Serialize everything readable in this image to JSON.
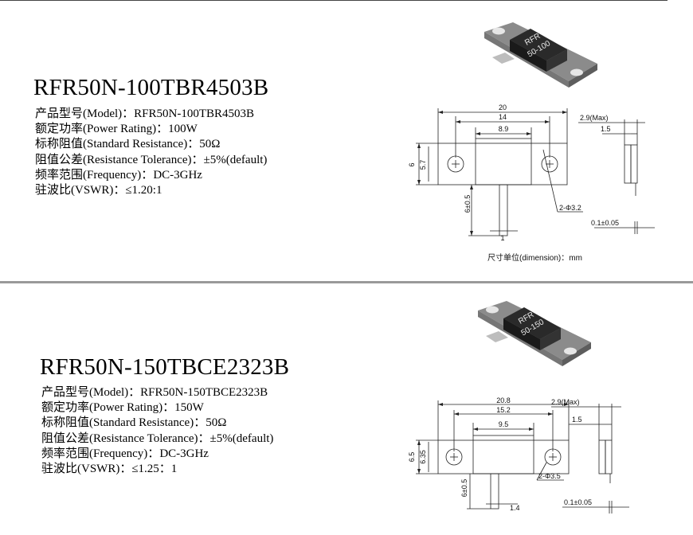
{
  "products": [
    {
      "model_title": "RFR50N-100TBR4503B",
      "specs": [
        {
          "label": "产品型号(Model)：",
          "value": "RFR50N-100TBR4503B"
        },
        {
          "label": "额定功率(Power Rating)：",
          "value": "100W"
        },
        {
          "label": "标称阻值(Standard Resistance)：",
          "value": "50Ω"
        },
        {
          "label": "阻值公差(Resistance Tolerance)：",
          "value": "±5%(default)"
        },
        {
          "label": "频率范围(Frequency)：",
          "value": "DC-3GHz"
        },
        {
          "label": "驻波比(VSWR)：",
          "value": "≤1.20:1"
        }
      ],
      "photo_label_line1": "RFR",
      "photo_label_line2": "50-100",
      "drawing": {
        "dim_total_length": "20",
        "dim_hole_spacing": "14",
        "dim_body_width": "8.9",
        "dim_height": "6",
        "dim_inner_height": "5.7",
        "dim_lead_length": "6±0.5",
        "dim_lead_width": "1",
        "dim_hole": "2-Φ3.2",
        "dim_max_thickness": "2.9(Max)",
        "dim_flange_thickness": "1.5",
        "dim_lead_thickness": "0.1±0.05",
        "unit_note": "尺寸单位(dimension)：mm"
      }
    },
    {
      "model_title": "RFR50N-150TBCE2323B",
      "specs": [
        {
          "label": "产品型号(Model)：",
          "value": "RFR50N-150TBCE2323B"
        },
        {
          "label": "额定功率(Power Rating)：",
          "value": "150W"
        },
        {
          "label": "标称阻值(Standard Resistance)：",
          "value": "50Ω"
        },
        {
          "label": "阻值公差(Resistance Tolerance)：",
          "value": "±5%(default)"
        },
        {
          "label": "频率范围(Frequency)：",
          "value": "DC-3GHz"
        },
        {
          "label": "驻波比(VSWR)：",
          "value": "≤1.25：1"
        }
      ],
      "photo_label_line1": "RFR",
      "photo_label_line2": "50-150",
      "drawing": {
        "dim_total_length": "20.8",
        "dim_hole_spacing": "15.2",
        "dim_body_width": "9.5",
        "dim_height": "6.5",
        "dim_inner_height": "6.35",
        "dim_lead_length": "6±0.5",
        "dim_lead_width": "1.4",
        "dim_hole": "2-Φ3.5",
        "dim_max_thickness": "2.9(Max)",
        "dim_flange_thickness": "1.5",
        "dim_lead_thickness": "0.1±0.05"
      }
    }
  ]
}
